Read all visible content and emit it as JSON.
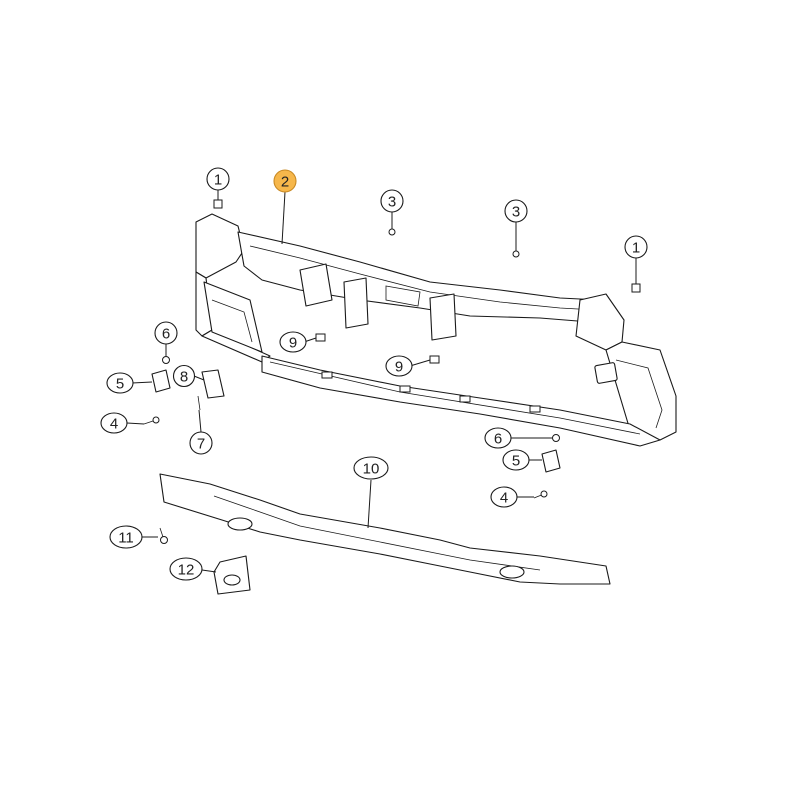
{
  "diagram": {
    "highlight_color": "#f6b74b",
    "callouts": [
      {
        "id": "c1a",
        "label": "1"
      },
      {
        "id": "c2",
        "label": "2",
        "highlighted": true
      },
      {
        "id": "c3a",
        "label": "3"
      },
      {
        "id": "c3b",
        "label": "3"
      },
      {
        "id": "c1b",
        "label": "1"
      },
      {
        "id": "c6a",
        "label": "6"
      },
      {
        "id": "c9a",
        "label": "9"
      },
      {
        "id": "c9b",
        "label": "9"
      },
      {
        "id": "c5a",
        "label": "5"
      },
      {
        "id": "c8",
        "label": "8"
      },
      {
        "id": "c4a",
        "label": "4"
      },
      {
        "id": "c7",
        "label": "7"
      },
      {
        "id": "c6b",
        "label": "6"
      },
      {
        "id": "c5b",
        "label": "5"
      },
      {
        "id": "c10",
        "label": "10"
      },
      {
        "id": "c4b",
        "label": "4"
      },
      {
        "id": "c11",
        "label": "11"
      },
      {
        "id": "c12",
        "label": "12"
      }
    ]
  }
}
